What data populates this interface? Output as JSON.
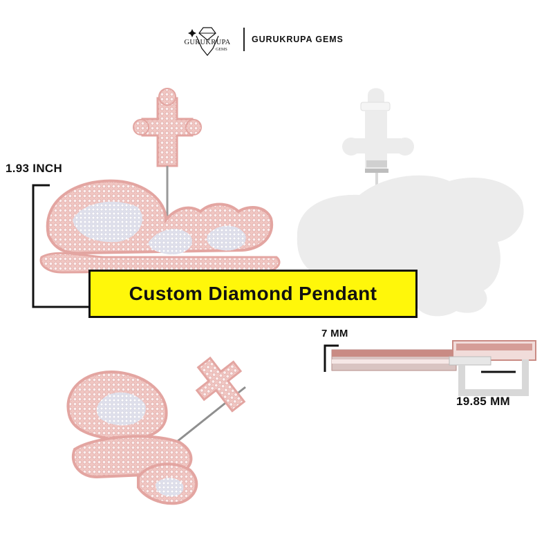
{
  "brand": {
    "logo_text": "GURUKRUPA",
    "logo_subtext": "GEMS",
    "name": "GURUKRUPA GEMS"
  },
  "measurements": {
    "height": "1.93 INCH",
    "depth": "7 MM",
    "bail": "19.85 MM"
  },
  "banner": {
    "text": "Custom Diamond Pendant",
    "background_color": "#fff70a",
    "border_color": "#111111"
  },
  "colors": {
    "rose_gold": "#e9a9a6",
    "diamond": "#e8e6ef",
    "silhouette": "#ececec"
  },
  "icons": [
    "diamond-logo-icon",
    "sparkle-icon"
  ]
}
